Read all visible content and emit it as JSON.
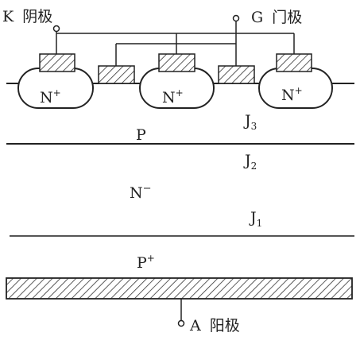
{
  "colors": {
    "ink": "#222222",
    "hatch": "#333333",
    "paper": "#ffffff"
  },
  "terminals": {
    "cathode": {
      "letter": "K",
      "label": "阴极"
    },
    "gate": {
      "letter": "G",
      "label": "门极"
    },
    "anode": {
      "letter": "A",
      "label": "阳极"
    }
  },
  "regions": {
    "n_plus": "N",
    "n_plus_sup": "+",
    "p": "P",
    "n_minus": "N",
    "n_minus_sup": "−",
    "p_plus": "P",
    "p_plus_sup": "+"
  },
  "junctions": {
    "j3": {
      "letter": "J",
      "sub": "3"
    },
    "j2": {
      "letter": "J",
      "sub": "2"
    },
    "j1": {
      "letter": "J",
      "sub": "1"
    }
  }
}
